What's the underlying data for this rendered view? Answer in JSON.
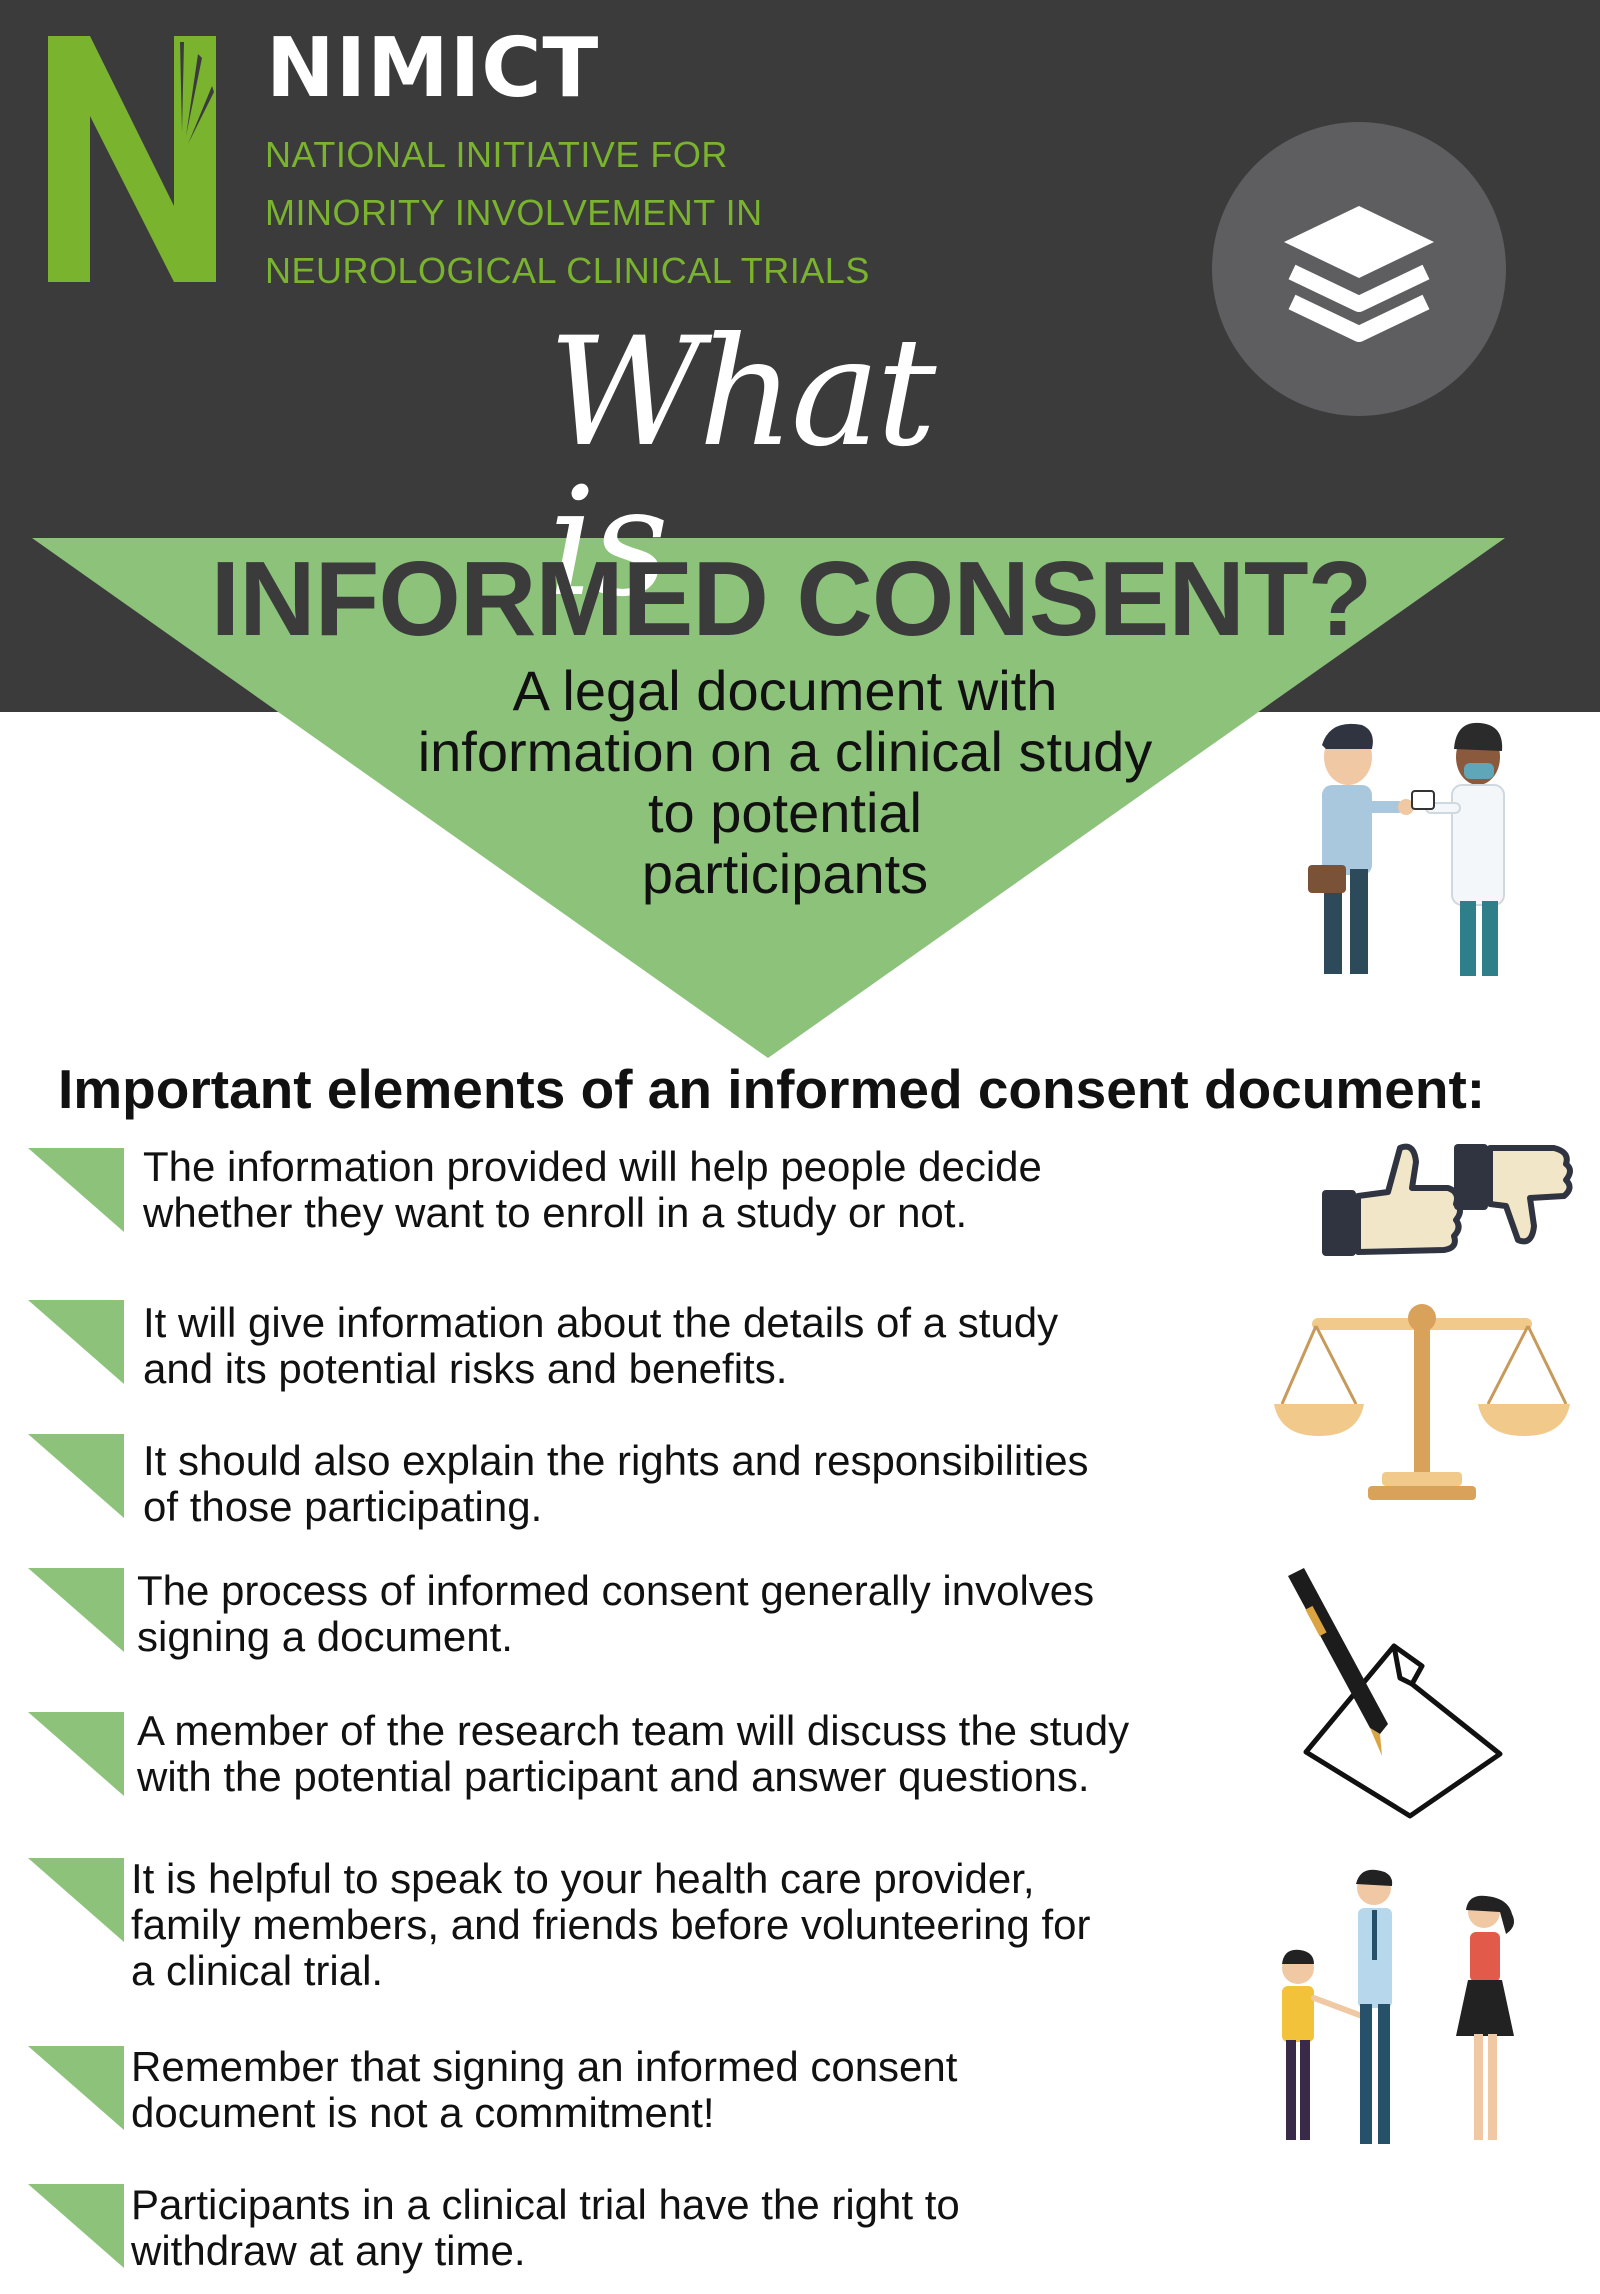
{
  "header": {
    "brand_name": "NIMICT",
    "brand_lines": [
      "NATIONAL INITIATIVE FOR",
      "MINORITY INVOLVEMENT IN",
      "NEUROLOGICAL CLINICAL TRIALS"
    ],
    "what_is": "What is",
    "headline": "INFORMED CONSENT?",
    "subtitle_lines": [
      "A legal document with",
      "information on a clinical study",
      "to potential",
      "participants"
    ]
  },
  "colors": {
    "header_bg": "#3b3b3c",
    "brand_green": "#7ab32e",
    "triangle_green": "#8dc27a",
    "badge_gray": "#5e5e60"
  },
  "icons": [
    "layers-icon",
    "doctor-patient-illustration",
    "thumbs-up-down-icon",
    "balance-scale-icon",
    "pen-signing-icon",
    "family-illustration"
  ],
  "section": {
    "heading": "Important elements of an informed consent document:",
    "items": [
      {
        "lines": [
          "The information provided will help people decide",
          "whether they want to enroll in a study or not."
        ]
      },
      {
        "lines": [
          "It will give  information about the details of a study",
          "and its potential risks and benefits."
        ]
      },
      {
        "lines": [
          "It should also explain the rights and responsibilities",
          "of those participating."
        ]
      },
      {
        "lines": [
          "The process of informed consent generally involves",
          "signing a document."
        ]
      },
      {
        "lines": [
          "A member of the research team will discuss the study",
          "with the potential participant and answer questions."
        ]
      },
      {
        "lines": [
          "It is helpful to speak to your health care provider,",
          "family members, and friends before volunteering for",
          "a clinical trial."
        ]
      },
      {
        "lines": [
          "Remember that signing an informed consent",
          "document is not a commitment!"
        ]
      },
      {
        "lines": [
          "Participants in a clinical trial have the right to",
          "withdraw at any time."
        ]
      }
    ]
  }
}
